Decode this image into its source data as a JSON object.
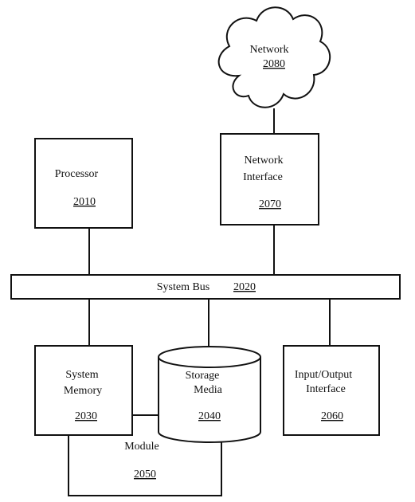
{
  "network": {
    "label": "Network",
    "number": "2080"
  },
  "network_interface": {
    "line1": "Network",
    "line2": "Interface",
    "number": "2070"
  },
  "processor": {
    "label": "Processor",
    "number": "2010"
  },
  "system_bus": {
    "label": "System Bus",
    "number": "2020"
  },
  "system_memory": {
    "line1": "System",
    "line2": "Memory",
    "number": "2030"
  },
  "storage_media": {
    "line1": "Storage",
    "line2": "Media",
    "number": "2040"
  },
  "io_interface": {
    "line1": "Input/Output",
    "line2": "Interface",
    "number": "2060"
  },
  "module": {
    "label": "Module",
    "number": "2050"
  }
}
